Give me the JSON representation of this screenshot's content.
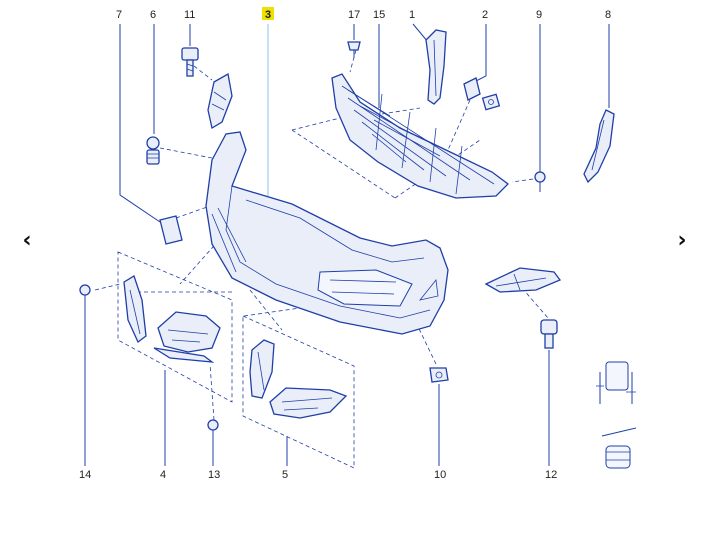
{
  "diagram": {
    "highlight_color": "#f0e000",
    "line_color": "#1f3fa8",
    "callouts": {
      "c1": "1",
      "c2": "2",
      "c3": "3",
      "c4": "4",
      "c5": "5",
      "c6": "6",
      "c7": "7",
      "c8": "8",
      "c9": "9",
      "c10": "10",
      "c11": "11",
      "c12": "12",
      "c13": "13",
      "c14": "14",
      "c15": "15",
      "c17": "17"
    }
  },
  "navigation": {
    "prev_icon": "chevron-left-icon",
    "next_icon": "chevron-right-icon",
    "prev_glyph": "‹",
    "next_glyph": "›"
  }
}
